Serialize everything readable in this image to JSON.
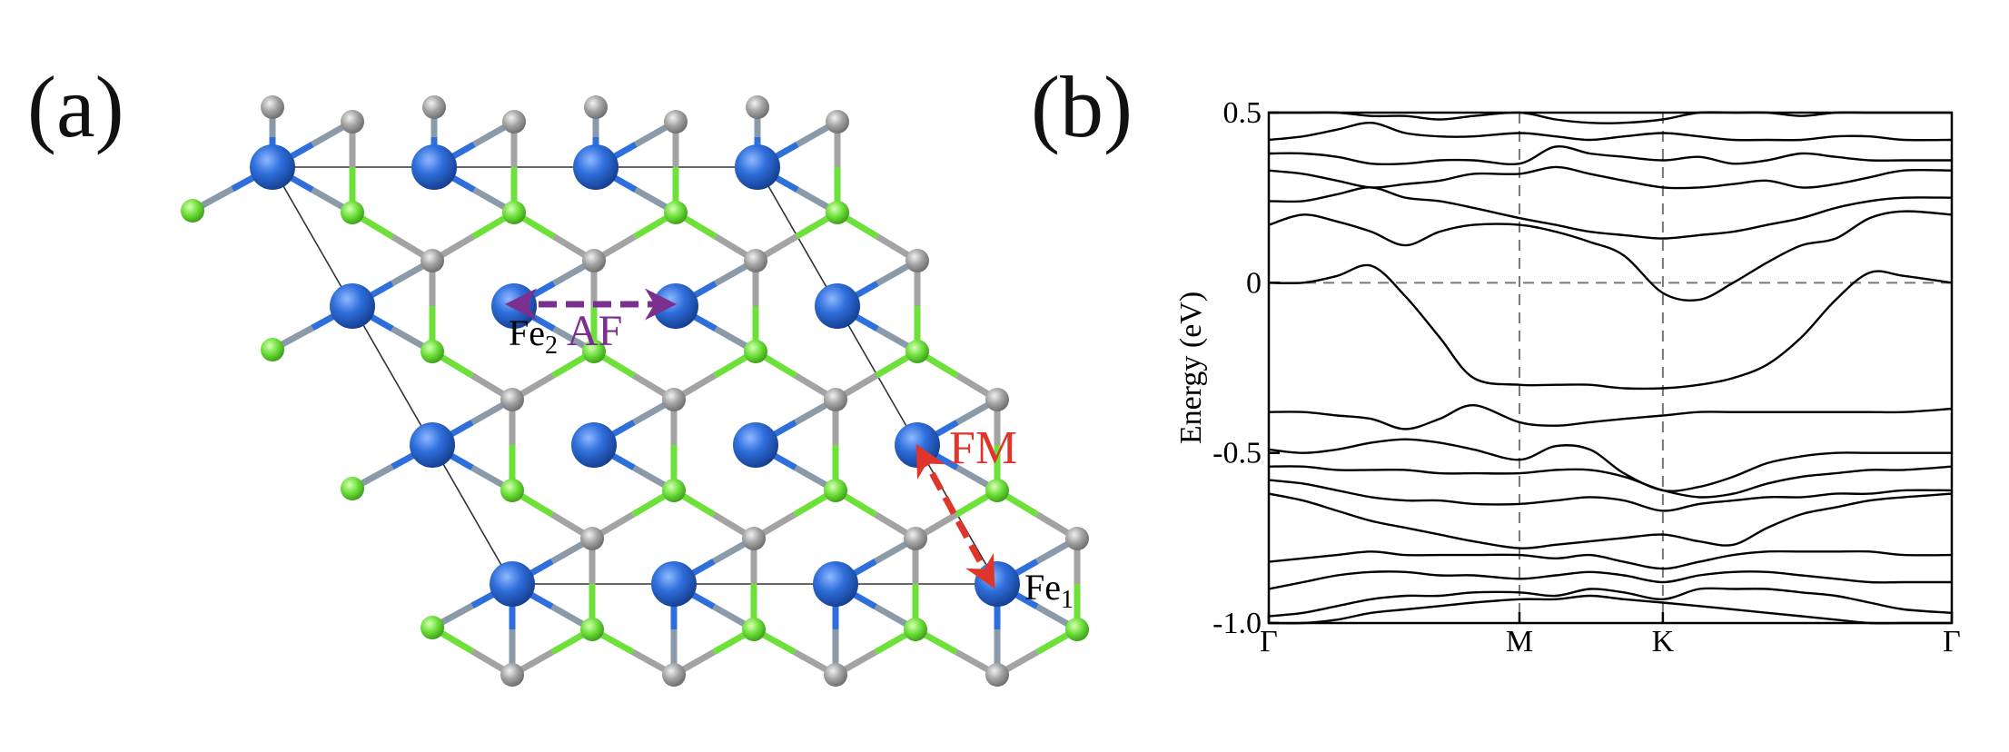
{
  "panels": {
    "a": {
      "label": "(a)",
      "annotations": {
        "fe2": "Fe",
        "fe2_sub": "2",
        "af": "AF",
        "fm": "FM",
        "fe1": "Fe",
        "fe1_sub": "1"
      }
    },
    "b": {
      "label": "(b)"
    }
  },
  "colors": {
    "iron_atom": "#2f6fdc",
    "green_atom": "#6ee03a",
    "gray_atom": "#a3a3a3",
    "af_arrow": "#7b2f8e",
    "fm_arrow": "#e0352b",
    "band_line": "#000000"
  },
  "chart_data": {
    "type": "line",
    "ylabel": "Energy (eV)",
    "xlabel": "",
    "ylim": [
      -1.0,
      0.5
    ],
    "yticks": [
      0.5,
      0,
      -0.5,
      -1.0
    ],
    "ytick_labels": [
      "0.5",
      "0",
      "-0.5",
      "-1.0"
    ],
    "kpath": [
      {
        "label": "Γ",
        "x": 0.0
      },
      {
        "label": "M",
        "x": 0.367
      },
      {
        "label": "K",
        "x": 0.577
      },
      {
        "label": "Γ",
        "x": 1.0
      }
    ],
    "reference_lines": {
      "horizontal": [
        0
      ],
      "vertical": [
        0.367,
        0.577
      ]
    },
    "x": [
      0.0,
      0.05,
      0.1,
      0.15,
      0.2,
      0.25,
      0.3,
      0.367,
      0.42,
      0.47,
      0.52,
      0.577,
      0.63,
      0.68,
      0.73,
      0.78,
      0.83,
      0.88,
      0.93,
      1.0
    ],
    "series": [
      {
        "values": [
          -1.0,
          -1.0,
          -0.99,
          -0.97,
          -0.96,
          -0.95,
          -0.94,
          -0.93,
          -0.93,
          -0.92,
          -0.93,
          -0.94,
          -0.95,
          -0.96,
          -0.97,
          -0.98,
          -0.99,
          -1.0,
          -1.0,
          -1.0
        ]
      },
      {
        "values": [
          -0.98,
          -0.97,
          -0.95,
          -0.93,
          -0.92,
          -0.92,
          -0.91,
          -0.91,
          -0.92,
          -0.9,
          -0.91,
          -0.93,
          -0.9,
          -0.9,
          -0.9,
          -0.91,
          -0.92,
          -0.94,
          -0.96,
          -0.97
        ]
      },
      {
        "values": [
          -0.9,
          -0.88,
          -0.86,
          -0.85,
          -0.85,
          -0.86,
          -0.86,
          -0.87,
          -0.86,
          -0.85,
          -0.86,
          -0.88,
          -0.86,
          -0.85,
          -0.85,
          -0.86,
          -0.87,
          -0.88,
          -0.88,
          -0.88
        ]
      },
      {
        "values": [
          -0.82,
          -0.81,
          -0.8,
          -0.79,
          -0.8,
          -0.8,
          -0.8,
          -0.8,
          -0.81,
          -0.8,
          -0.82,
          -0.84,
          -0.82,
          -0.8,
          -0.79,
          -0.79,
          -0.79,
          -0.79,
          -0.8,
          -0.8
        ]
      },
      {
        "values": [
          -0.62,
          -0.64,
          -0.67,
          -0.7,
          -0.72,
          -0.74,
          -0.76,
          -0.78,
          -0.77,
          -0.76,
          -0.75,
          -0.74,
          -0.76,
          -0.77,
          -0.72,
          -0.68,
          -0.66,
          -0.64,
          -0.63,
          -0.62
        ]
      },
      {
        "values": [
          -0.58,
          -0.59,
          -0.61,
          -0.63,
          -0.64,
          -0.64,
          -0.65,
          -0.65,
          -0.64,
          -0.63,
          -0.64,
          -0.67,
          -0.65,
          -0.64,
          -0.63,
          -0.63,
          -0.62,
          -0.62,
          -0.61,
          -0.61
        ]
      },
      {
        "values": [
          -0.54,
          -0.54,
          -0.55,
          -0.55,
          -0.55,
          -0.56,
          -0.56,
          -0.56,
          -0.55,
          -0.55,
          -0.57,
          -0.61,
          -0.63,
          -0.62,
          -0.59,
          -0.57,
          -0.56,
          -0.55,
          -0.55,
          -0.54
        ]
      },
      {
        "values": [
          -0.49,
          -0.5,
          -0.49,
          -0.47,
          -0.46,
          -0.47,
          -0.49,
          -0.52,
          -0.48,
          -0.49,
          -0.56,
          -0.61,
          -0.6,
          -0.57,
          -0.53,
          -0.51,
          -0.5,
          -0.5,
          -0.5,
          -0.5
        ]
      },
      {
        "values": [
          -0.38,
          -0.38,
          -0.39,
          -0.4,
          -0.43,
          -0.4,
          -0.36,
          -0.41,
          -0.42,
          -0.41,
          -0.4,
          -0.39,
          -0.38,
          -0.38,
          -0.38,
          -0.38,
          -0.38,
          -0.38,
          -0.38,
          -0.37
        ]
      },
      {
        "values": [
          0.0,
          0.0,
          0.02,
          0.05,
          -0.04,
          -0.16,
          -0.28,
          -0.3,
          -0.3,
          -0.3,
          -0.31,
          -0.31,
          -0.3,
          -0.28,
          -0.24,
          -0.16,
          -0.05,
          0.03,
          0.02,
          0.0
        ]
      },
      {
        "values": [
          0.17,
          0.2,
          0.18,
          0.15,
          0.11,
          0.15,
          0.17,
          0.17,
          0.15,
          0.12,
          0.08,
          -0.03,
          -0.05,
          0.0,
          0.06,
          0.11,
          0.13,
          0.19,
          0.21,
          0.2
        ]
      },
      {
        "values": [
          0.24,
          0.24,
          0.26,
          0.28,
          0.25,
          0.24,
          0.22,
          0.19,
          0.17,
          0.15,
          0.14,
          0.13,
          0.14,
          0.15,
          0.17,
          0.19,
          0.22,
          0.24,
          0.25,
          0.25
        ]
      },
      {
        "values": [
          0.33,
          0.32,
          0.3,
          0.28,
          0.29,
          0.3,
          0.32,
          0.32,
          0.34,
          0.32,
          0.3,
          0.28,
          0.28,
          0.29,
          0.3,
          0.28,
          0.29,
          0.31,
          0.33,
          0.33
        ]
      },
      {
        "values": [
          0.38,
          0.38,
          0.37,
          0.35,
          0.35,
          0.36,
          0.36,
          0.35,
          0.4,
          0.38,
          0.37,
          0.36,
          0.37,
          0.35,
          0.36,
          0.38,
          0.37,
          0.36,
          0.36,
          0.36
        ]
      },
      {
        "values": [
          0.42,
          0.43,
          0.45,
          0.47,
          0.44,
          0.43,
          0.43,
          0.44,
          0.43,
          0.42,
          0.43,
          0.44,
          0.43,
          0.42,
          0.42,
          0.42,
          0.43,
          0.43,
          0.42,
          0.42
        ]
      },
      {
        "values": [
          0.5,
          0.5,
          0.5,
          0.49,
          0.49,
          0.48,
          0.49,
          0.5,
          0.48,
          0.47,
          0.47,
          0.48,
          0.5,
          0.5,
          0.5,
          0.49,
          0.5,
          0.5,
          0.5,
          0.5
        ]
      }
    ]
  }
}
